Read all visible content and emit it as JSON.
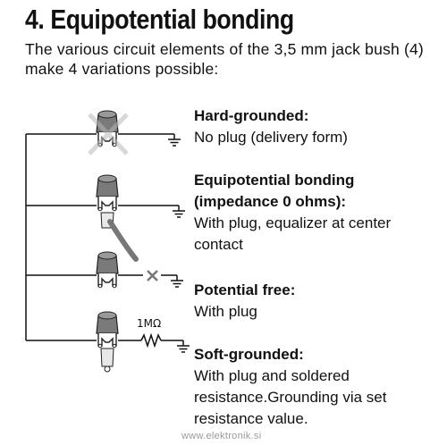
{
  "title": "4. Equipotential bonding",
  "intro": "The various circuit elements of the 3,5 mm jack bush (4) make 4 variations possible:",
  "variations": [
    {
      "heading": "Hard-grounded:",
      "description": "No plug (delivery form)"
    },
    {
      "heading": "Equipotential bonding\n(impedance 0 ohms):",
      "description": "With plug, equalizer at center\ncontact"
    },
    {
      "heading": "Potential free:",
      "description": "With plug"
    },
    {
      "heading": "Soft-grounded:",
      "description": "With plug and soldered\nresistance.Grounding via set\nresistance value."
    }
  ],
  "resistor_label": "1MΩ",
  "footer": "www.elektronik.si",
  "colors": {
    "cross": "#b9b9b9",
    "jack": "#777777",
    "line": "#111111"
  }
}
